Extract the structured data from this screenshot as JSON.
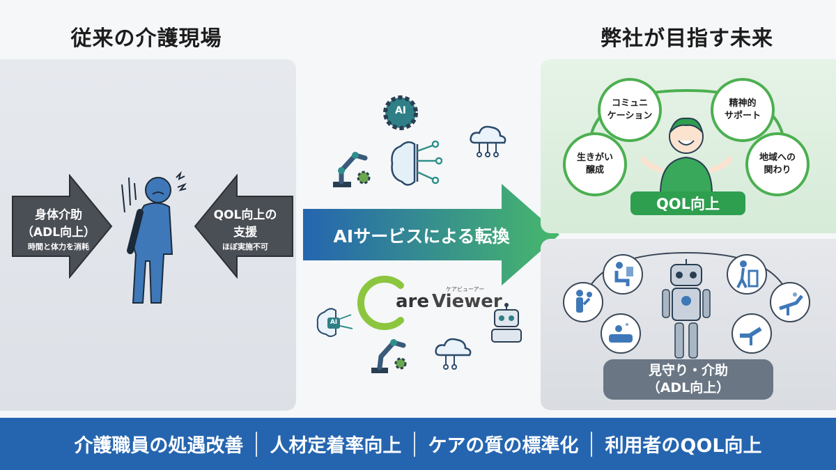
{
  "left": {
    "heading": "従来の介護現場",
    "arrow_left": {
      "line1": "身体介助",
      "line2": "（ADL向上）",
      "line3": "時間と体力を消耗"
    },
    "arrow_right": {
      "line1": "QOL向上の",
      "line2": "支援",
      "line3": "ほぼ実施不可"
    }
  },
  "center": {
    "arrow_label": "AIサービスによる転換",
    "logo": {
      "c": "C",
      "are": "are",
      "viewer": "Viewer",
      "ruby": "ケアビューアー"
    },
    "ai_badge": "AI"
  },
  "right": {
    "heading": "弊社が目指す未来",
    "top": {
      "bubbles": [
        "コミュニ\nケーション",
        "精神的\nサポート",
        "生きがい\n醸成",
        "地域への\n関わり"
      ],
      "pill": "QOL向上"
    },
    "bottom": {
      "pill_line1": "見守り・介助",
      "pill_line2": "（ADL向上）"
    }
  },
  "footer": {
    "items": [
      "介護職員の処遇改善",
      "人材定着率向上",
      "ケアの質の標準化",
      "利用者のQOL向上"
    ]
  },
  "colors": {
    "blue": "#2565b0",
    "green": "#4caf50",
    "gray_arrow": "#4a4e55"
  }
}
